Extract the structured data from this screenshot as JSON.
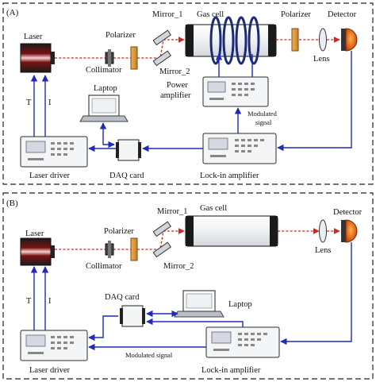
{
  "panelA": {
    "tag": "(A)",
    "laser": "Laser",
    "collimator": "Collimator",
    "polarizer_in": "Polarizer",
    "mirror1": "Mirror_1",
    "mirror2": "Mirror_2",
    "gas_cell": "Gas cell",
    "polarizer_out": "Polarizer",
    "lens": "Lens",
    "detector": "Detector",
    "power_amp_line1": "Power",
    "power_amp_line2": "amplifier",
    "laptop": "Laptop",
    "modulated_line1": "Modulated",
    "modulated_line2": "signal",
    "t_label": "T",
    "i_label": "I",
    "laser_driver": "Laser driver",
    "daq_card": "DAQ card",
    "lockin": "Lock-in amplifier"
  },
  "panelB": {
    "tag": "(B)",
    "laser": "Laser",
    "collimator": "Collimator",
    "polarizer_in": "Polarizer",
    "mirror1": "Mirror_1",
    "mirror2": "Mirror_2",
    "gas_cell": "Gas cell",
    "lens": "Lens",
    "detector": "Detector",
    "daq_card": "DAQ card",
    "laptop": "Laptop",
    "t_label": "T",
    "i_label": "I",
    "modulated": "Modulated signal",
    "laser_driver": "Laser driver",
    "lockin": "Lock-in amplifier"
  },
  "colors": {
    "beam": "#e0201c",
    "wire": "#1f2bb5",
    "coil": "#1c2a78",
    "detector": "#e05a10"
  }
}
